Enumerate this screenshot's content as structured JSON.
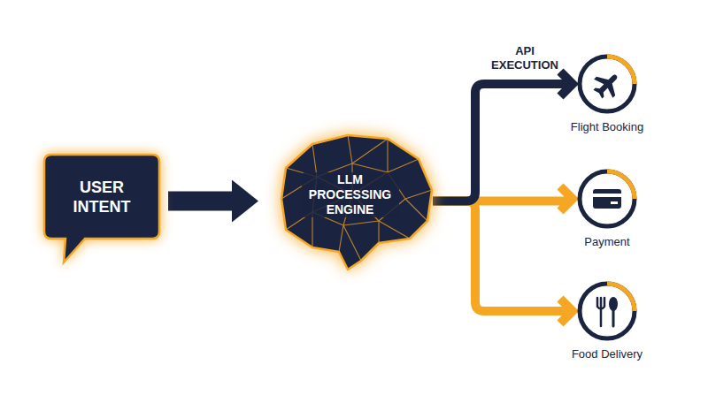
{
  "diagram": {
    "nodes": [
      {
        "text": [
          "USER INTENT"
        ]
      },
      {
        "text": [
          "LLM PROCESSING ENGINE"
        ]
      },
      {
        "text": [
          "Flight Booking"
        ]
      },
      {
        "text": [
          "Payment"
        ]
      },
      {
        "text": [
          "Food Delivery"
        ]
      }
    ],
    "edges": [
      {
        "from": 0,
        "to": 1,
        "arrow": "to"
      },
      {
        "from": 1,
        "to": 2,
        "arrow": "to"
      },
      {
        "from": 1,
        "to": 3,
        "arrow": "to"
      },
      {
        "from": 1,
        "to": 4,
        "arrow": "to"
      }
    ],
    "labels": [
      "API EXECUTION"
    ]
  }
}
